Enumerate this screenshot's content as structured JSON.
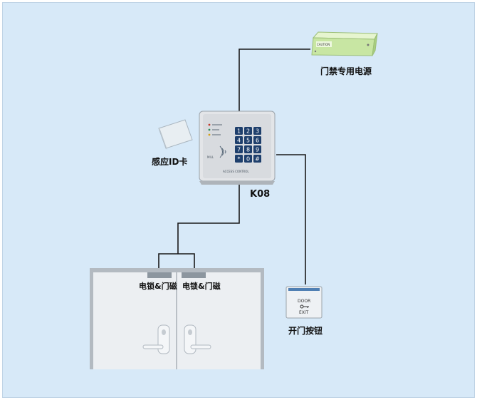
{
  "labels": {
    "power_supply": "门禁专用电源",
    "id_card": "感应ID卡",
    "model": "K08",
    "lock_left": "电锁&门磁",
    "lock_right": "电锁&门磁",
    "exit_button": "开门按钮"
  },
  "device_text": {
    "psu_caution": "CAUTION",
    "keypad_keys": [
      "1",
      "2",
      "3",
      "4",
      "5",
      "6",
      "7",
      "8",
      "9",
      "*",
      "0",
      "#"
    ],
    "keypad_brand": "ACCESS CONTROL",
    "keypad_side": "MILL",
    "exit_door": "DOOR",
    "exit_exit": "EXIT"
  },
  "colors": {
    "background": "#d7e9f8",
    "wire": "#1a1a1a",
    "psu": "#c8e6a3",
    "keypad_body": "#dfe2e5",
    "key": "#1e3f6c",
    "door": "#e8ecef"
  }
}
